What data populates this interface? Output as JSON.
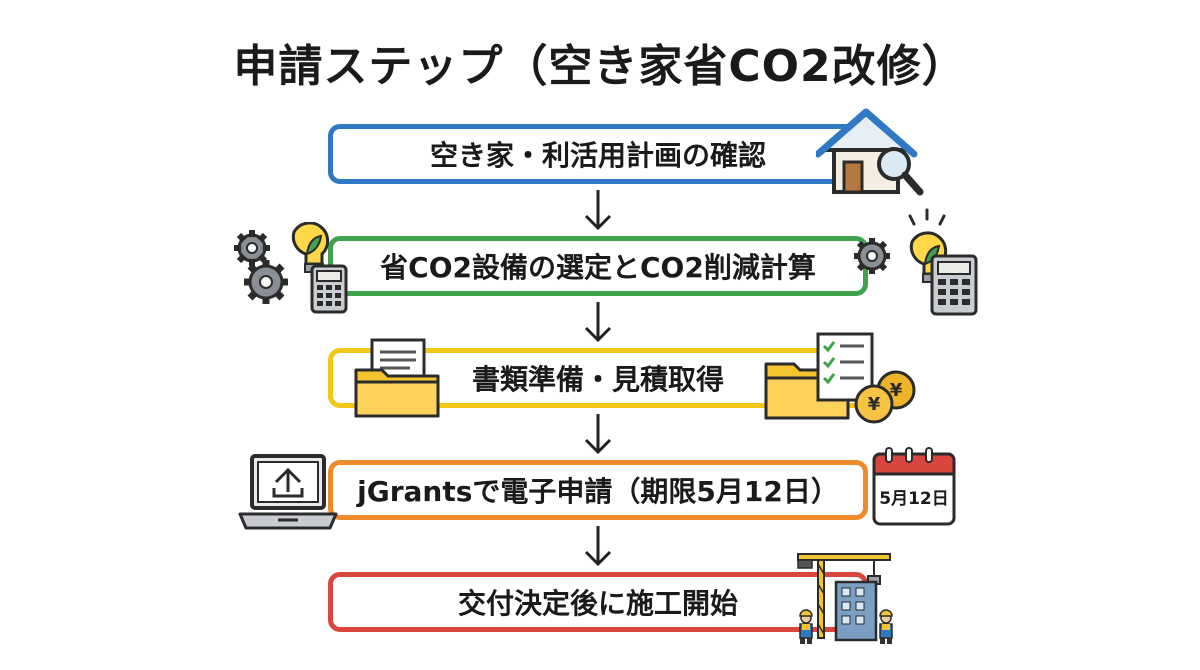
{
  "title": "申請ステップ（空き家省CO2改修）",
  "steps": [
    {
      "label": "空き家・利活用計画の確認",
      "color": "#2e78c4"
    },
    {
      "label": "省CO2設備の選定とCO2削減計算",
      "color": "#3fa34d"
    },
    {
      "label": "書類準備・見積取得",
      "color": "#f2c718"
    },
    {
      "label": "jGrantsで電子申請（期限5月12日）",
      "color": "#ee8a2a"
    },
    {
      "label": "交付決定後に施工開始",
      "color": "#d9463e"
    }
  ],
  "calendar": {
    "date": "5月12日"
  },
  "icons": {
    "house": "house-magnifier-icon",
    "gears_left": "gears-lightbulb-calculator-icon",
    "gears_right": "gears-lightbulb-calculator-icon",
    "folder_left": "document-folder-icon",
    "folder_right": "checklist-folder-yen-coins-icon",
    "laptop": "laptop-upload-icon",
    "calendar": "calendar-icon",
    "construction": "construction-crane-workers-icon"
  },
  "currency_symbol": "¥"
}
